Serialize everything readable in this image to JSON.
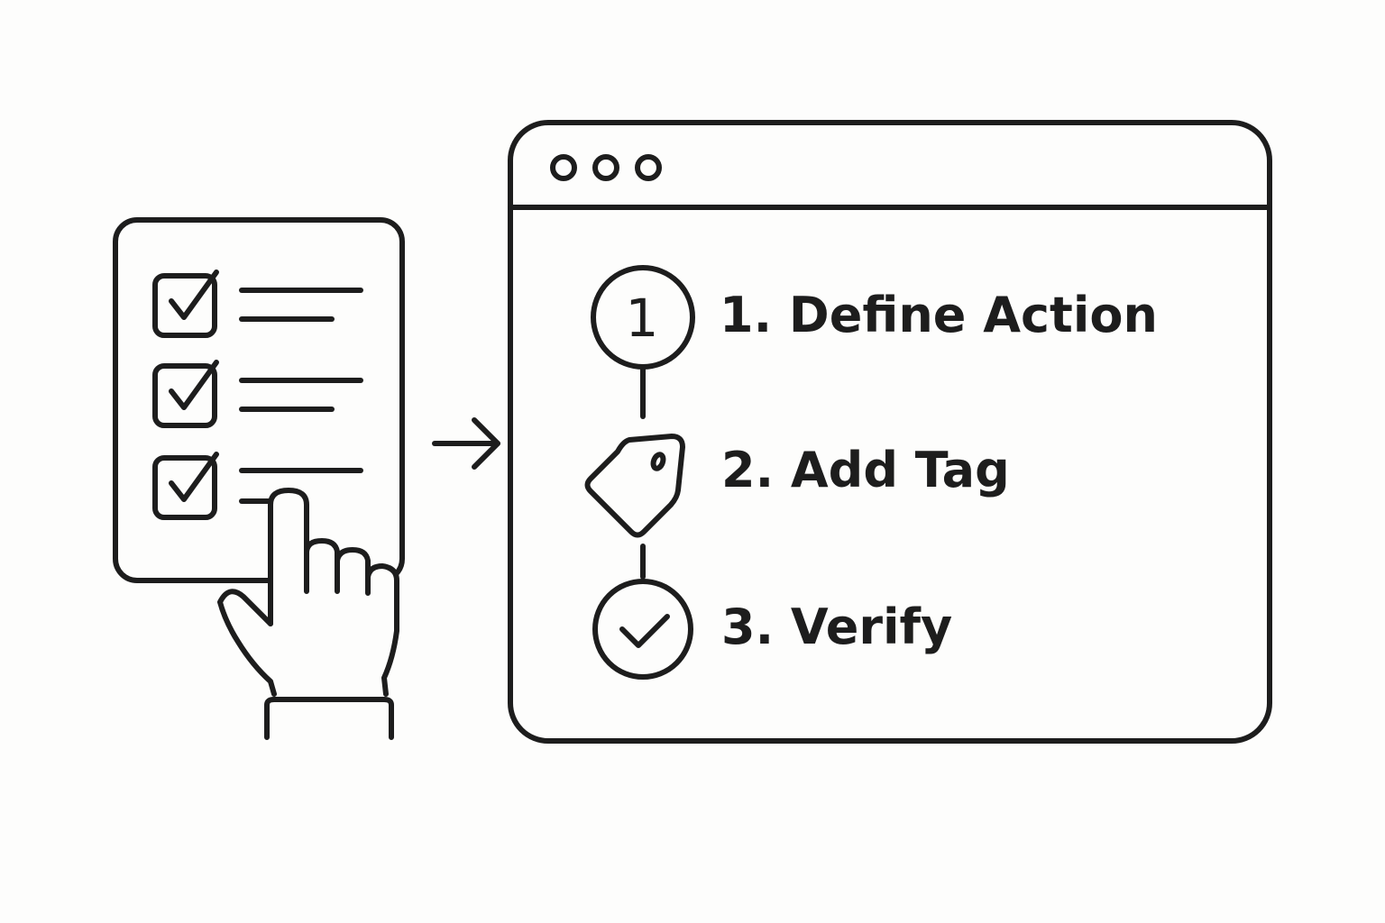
{
  "colors": {
    "ink": "#1d1d1d",
    "background": "#fdfdfc"
  },
  "checklist": {
    "items": [
      {
        "checked": true,
        "icon": "checkbox-checked-icon"
      },
      {
        "checked": true,
        "icon": "checkbox-checked-icon"
      },
      {
        "checked": true,
        "icon": "checkbox-checked-icon"
      }
    ]
  },
  "icons": {
    "hand": "pointing-hand-icon",
    "arrow": "arrow-right-icon",
    "tag": "tag-icon",
    "check": "check-circle-icon"
  },
  "browser": {
    "window_dots": 3,
    "steps": [
      {
        "marker": "1",
        "label": "1. Define Action"
      },
      {
        "marker": "",
        "label": "2. Add Tag"
      },
      {
        "marker": "",
        "label": "3. Verify"
      }
    ]
  }
}
